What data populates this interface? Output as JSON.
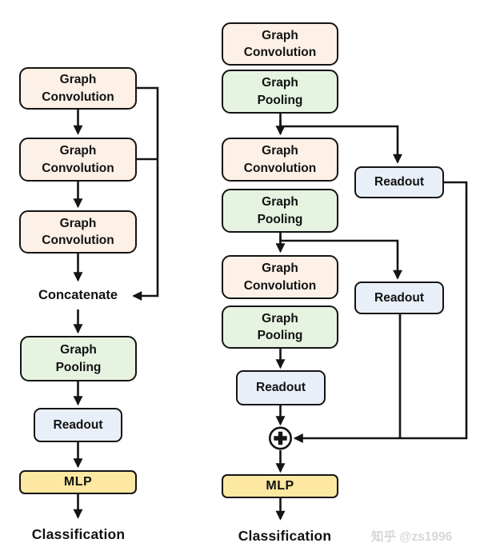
{
  "palette": {
    "conv_fill": "#fdf0e6",
    "pool_fill": "#e6f3e1",
    "readout_fill": "#e9eff8",
    "mlp_fill": "#fce8a0",
    "line_color": "#141414",
    "watermark_color": "#d7d7d7"
  },
  "icons": {
    "sum": "circle-plus-icon",
    "arrows": "filled-triangle-arrowheads"
  },
  "left": {
    "conv1": "Graph\nConvolution",
    "conv2": "Graph\nConvolution",
    "conv3": "Graph\nConvolution",
    "concatenate": "Concatenate",
    "pooling": "Graph\nPooling",
    "readout": "Readout",
    "mlp": "MLP",
    "classification": "Classification"
  },
  "right": {
    "conv1": "Graph\nConvolution",
    "pool1": "Graph\nPooling",
    "conv2": "Graph\nConvolution",
    "pool2": "Graph\nPooling",
    "conv3": "Graph\nConvolution",
    "pool3": "Graph\nPooling",
    "readout_branch1": "Readout",
    "readout_branch2": "Readout",
    "readout_main": "Readout",
    "mlp": "MLP",
    "classification": "Classification"
  },
  "watermark": "知乎 @zs1996"
}
